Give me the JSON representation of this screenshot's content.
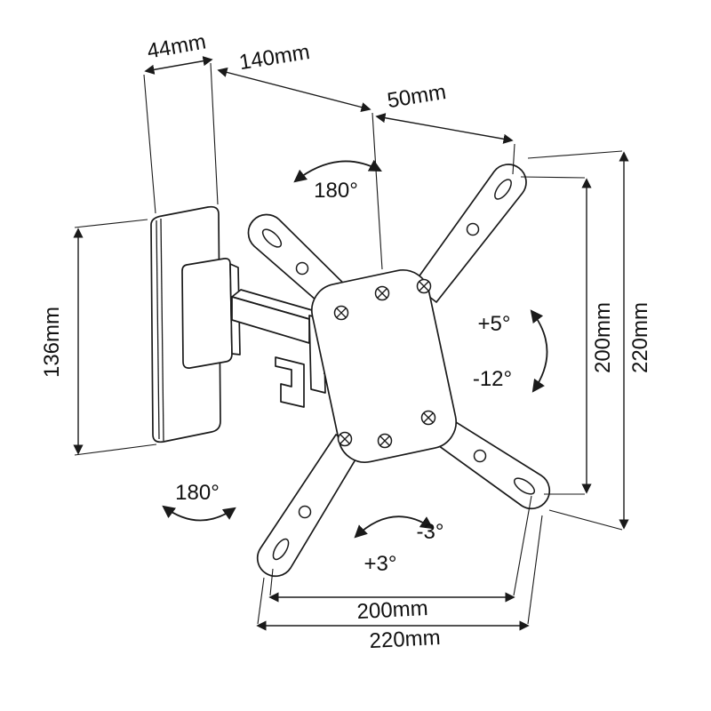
{
  "diagram": {
    "colors": {
      "ink": "#1a1a1a",
      "background": "#ffffff"
    },
    "dimensions": {
      "depth_44": "44mm",
      "arm_140": "140mm",
      "offset_50": "50mm",
      "plate_height_136": "136mm",
      "vesa_height_200": "200mm",
      "overall_height_220": "220mm",
      "vesa_width_200": "200mm",
      "overall_width_220": "220mm"
    },
    "angles": {
      "swivel_top_180": "180°",
      "swivel_bottom_180": "180°",
      "tilt_up_5": "+5°",
      "tilt_down_12": "-12°",
      "level_plus_3": "+3°",
      "level_minus_3": "-3°"
    }
  }
}
